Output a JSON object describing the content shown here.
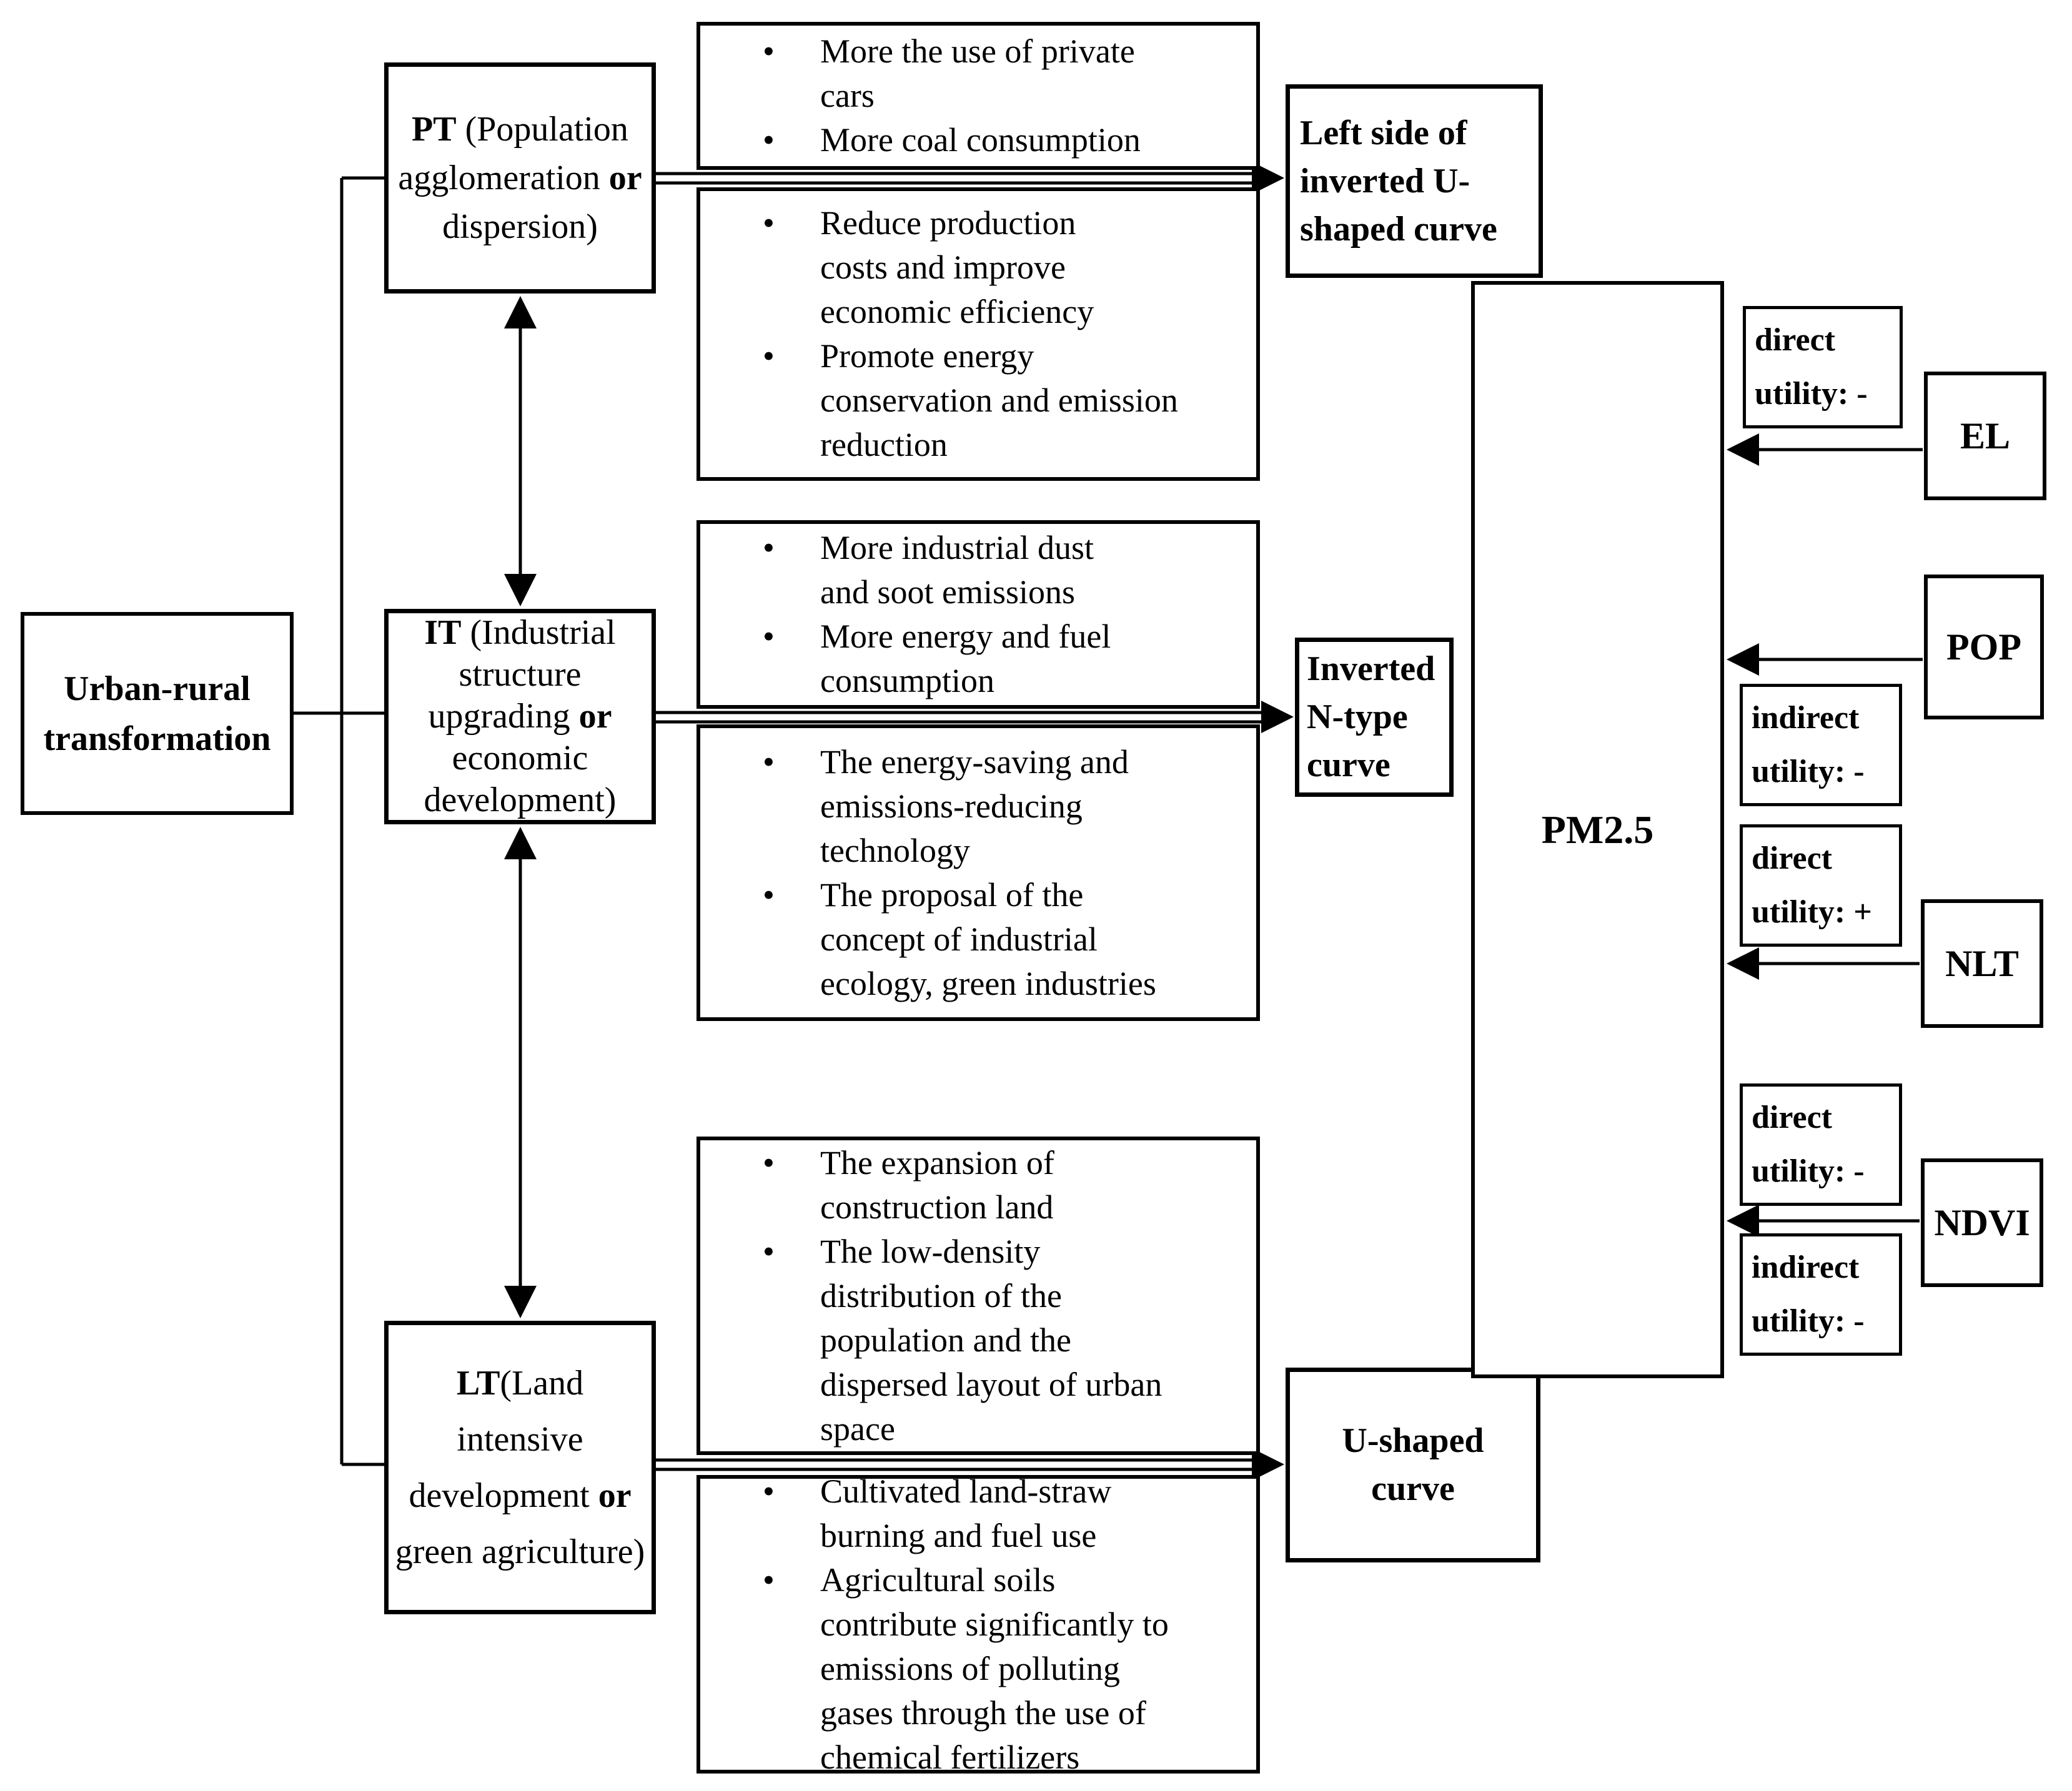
{
  "figure": {
    "root_label": "Urban-rural transformation",
    "outcome_label": "PM2.5",
    "drivers": {
      "pt": {
        "segments": [
          {
            "text": "PT",
            "bold": true
          },
          {
            "text": " (Population agglomeration ",
            "bold": false
          },
          {
            "text": "or",
            "bold": true
          },
          {
            "text": " dispersion)",
            "bold": false
          }
        ]
      },
      "it": {
        "segments": [
          {
            "text": "IT",
            "bold": true
          },
          {
            "text": " (Industrial structure upgrading ",
            "bold": false
          },
          {
            "text": "or",
            "bold": true
          },
          {
            "text": " economic development)",
            "bold": false
          }
        ]
      },
      "lt": {
        "segments": [
          {
            "text": "LT",
            "bold": true
          },
          {
            "text": "(Land intensive development ",
            "bold": false
          },
          {
            "text": "or",
            "bold": true
          },
          {
            "text": " green agriculture)",
            "bold": false
          }
        ]
      }
    },
    "mechanism_boxes": [
      {
        "id": "pt-increase",
        "items": [
          [
            "More the use of private",
            "cars"
          ],
          [
            "More coal consumption"
          ]
        ]
      },
      {
        "id": "pt-decrease",
        "items": [
          [
            "Reduce production",
            "costs and improve",
            "economic efficiency"
          ],
          [
            "Promote energy",
            "conservation and emission",
            "reduction"
          ]
        ]
      },
      {
        "id": "it-increase",
        "items": [
          [
            "More industrial dust",
            "and soot emissions"
          ],
          [
            "More energy and fuel",
            "consumption"
          ]
        ]
      },
      {
        "id": "it-decrease",
        "items": [
          [
            "The energy-saving and",
            "emissions-reducing",
            "technology"
          ],
          [
            "The proposal of the",
            "concept of industrial",
            "ecology, green industries"
          ]
        ]
      },
      {
        "id": "lt-increase",
        "items": [
          [
            "The expansion of",
            "construction land"
          ],
          [
            "The low-density",
            "distribution of the",
            "population and the",
            "dispersed layout of urban",
            "space"
          ]
        ]
      },
      {
        "id": "lt-decrease",
        "items": [
          [
            "Cultivated land-straw",
            "burning and fuel use"
          ],
          [
            "Agricultural soils",
            "contribute significantly to",
            "emissions of polluting",
            "gases through the use of",
            "chemical fertilizers"
          ]
        ]
      }
    ],
    "curve_boxes": [
      {
        "lines": [
          "Left side of",
          "inverted U-",
          "shaped curve"
        ]
      },
      {
        "lines": [
          "Inverted",
          "N-type",
          "curve"
        ]
      },
      {
        "lines": [
          "U-shaped",
          "curve"
        ]
      }
    ],
    "sources": [
      {
        "label": "EL",
        "utilities": [
          {
            "lines": [
              "direct",
              "utility: -"
            ]
          }
        ]
      },
      {
        "label": "POP",
        "utilities": [
          {
            "lines": [
              "indirect",
              "utility: -"
            ]
          }
        ]
      },
      {
        "label": "NLT",
        "utilities": [
          {
            "lines": [
              "direct",
              "utility: +"
            ]
          }
        ]
      },
      {
        "label": "NDVI",
        "utilities": [
          {
            "lines": [
              "direct",
              "utility: -"
            ]
          },
          {
            "lines": [
              "indirect",
              "utility: -"
            ]
          }
        ]
      }
    ],
    "line_color": "#000000",
    "background_color": "#ffffff"
  }
}
